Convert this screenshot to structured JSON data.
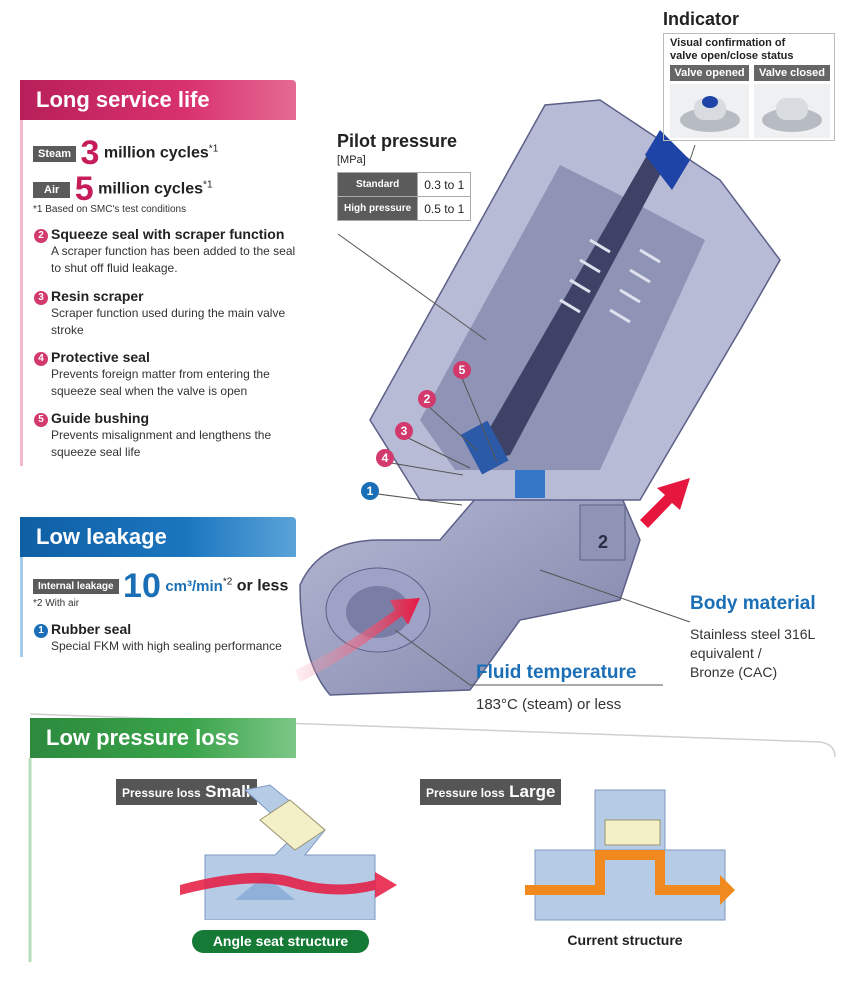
{
  "long_service_life": {
    "title": "Long service life",
    "steam_tag": "Steam",
    "steam_number": "3",
    "steam_cycles": "million cycles",
    "steam_note_ref": "*1",
    "air_tag": "Air",
    "air_number": "5",
    "air_cycles": "million cycles",
    "air_note_ref": "*1",
    "footnote": "*1  Based on SMC's test conditions",
    "items": [
      {
        "num": "2",
        "title": "Squeeze seal with scraper function",
        "desc": "A scraper function has been added to the seal to shut off fluid leakage."
      },
      {
        "num": "3",
        "title": "Resin scraper",
        "desc": "Scraper function used during the main valve stroke"
      },
      {
        "num": "4",
        "title": "Protective seal",
        "desc": "Prevents foreign matter from entering the squeeze seal when the valve is open"
      },
      {
        "num": "5",
        "title": "Guide bushing",
        "desc": "Prevents misalignment and lengthens the squeeze seal life"
      }
    ]
  },
  "low_leakage": {
    "title": "Low leakage",
    "tag": "Internal leakage",
    "number": "10",
    "unit": "cm³/min",
    "note_ref": "*2",
    "suffix": "or less",
    "footnote": "*2  With air",
    "item": {
      "num": "1",
      "title": "Rubber seal",
      "desc": "Special FKM with high sealing performance"
    }
  },
  "indicator": {
    "title": "Indicator",
    "subtitle_line1": "Visual confirmation of",
    "subtitle_line2": "valve open/close status",
    "opened_label": "Valve opened",
    "closed_label": "Valve closed"
  },
  "pilot_pressure": {
    "title": "Pilot pressure",
    "unit": "[MPa]",
    "rows": [
      {
        "key": "Standard",
        "value": "0.3 to 1"
      },
      {
        "key": "High pressure",
        "value": "0.5 to 1"
      }
    ]
  },
  "body_material": {
    "title": "Body material",
    "line1": "Stainless steel 316L",
    "line2": "equivalent /",
    "line3": "Bronze (CAC)"
  },
  "fluid_temperature": {
    "title": "Fluid temperature",
    "value": "183°C (steam) or less"
  },
  "callouts": [
    "1",
    "2",
    "3",
    "4",
    "5"
  ],
  "low_pressure_loss": {
    "title": "Low pressure loss",
    "small_prefix": "Pressure loss",
    "small_word": "Small",
    "large_prefix": "Pressure loss",
    "large_word": "Large",
    "angle_label": "Angle seat structure",
    "current_label": "Current structure"
  },
  "colors": {
    "pink": "#c41d59",
    "blue": "#1b6fb6",
    "green": "#157a35",
    "arrow_red": "#e5173f"
  }
}
